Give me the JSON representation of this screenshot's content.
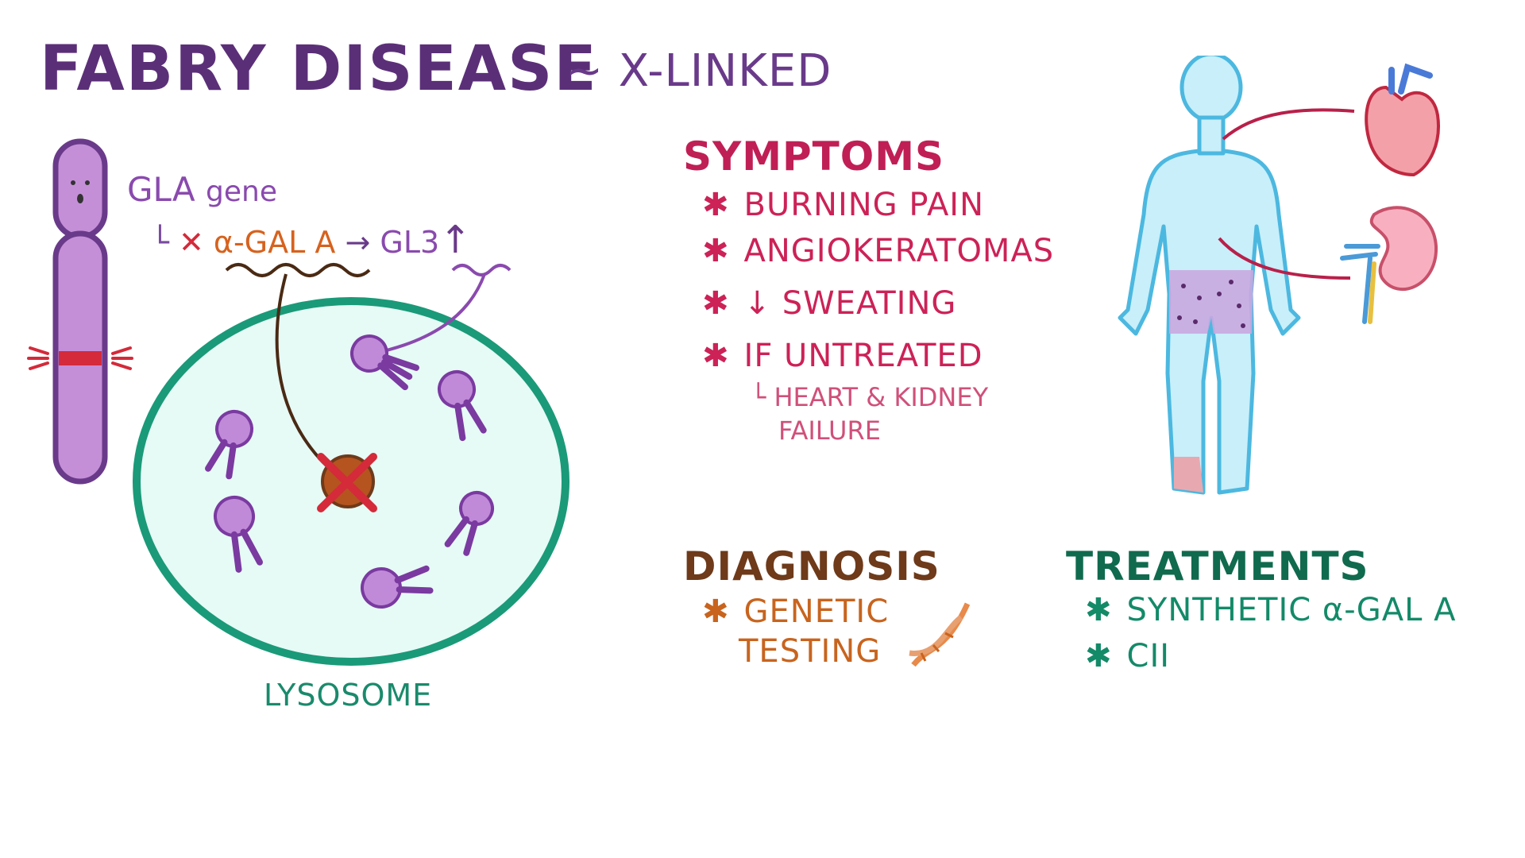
{
  "title": "FABRY DISEASE",
  "subtitle": "~ X-LINKED",
  "gene": {
    "name": "GLA",
    "suffix": "gene",
    "bracket": "└",
    "x_mark": "✕",
    "enzyme": "α-GAL A",
    "arrow": "→",
    "substrate": "GL3",
    "increase": "↑"
  },
  "lysosome_label": "LYSOSOME",
  "symptoms": {
    "heading": "SYMPTOMS",
    "bullet": "✱",
    "items": [
      "BURNING PAIN",
      "ANGIOKERATOMAS",
      "↓ SWEATING",
      "IF UNTREATED"
    ],
    "sub_bracket": "└",
    "sub_line1": "HEART & KIDNEY",
    "sub_line2": "FAILURE"
  },
  "diagnosis": {
    "heading": "DIAGNOSIS",
    "line1": "GENETIC",
    "line2": "TESTING"
  },
  "treatments": {
    "heading": "TREATMENTS",
    "items": [
      "SYNTHETIC α-GAL A",
      "CII"
    ]
  },
  "colors": {
    "purple": "#5b2f78",
    "symptom": "#cc2257",
    "diagnosis": "#6e3a1a",
    "treatment": "#138a68",
    "lysosome": "#1a9a78"
  }
}
